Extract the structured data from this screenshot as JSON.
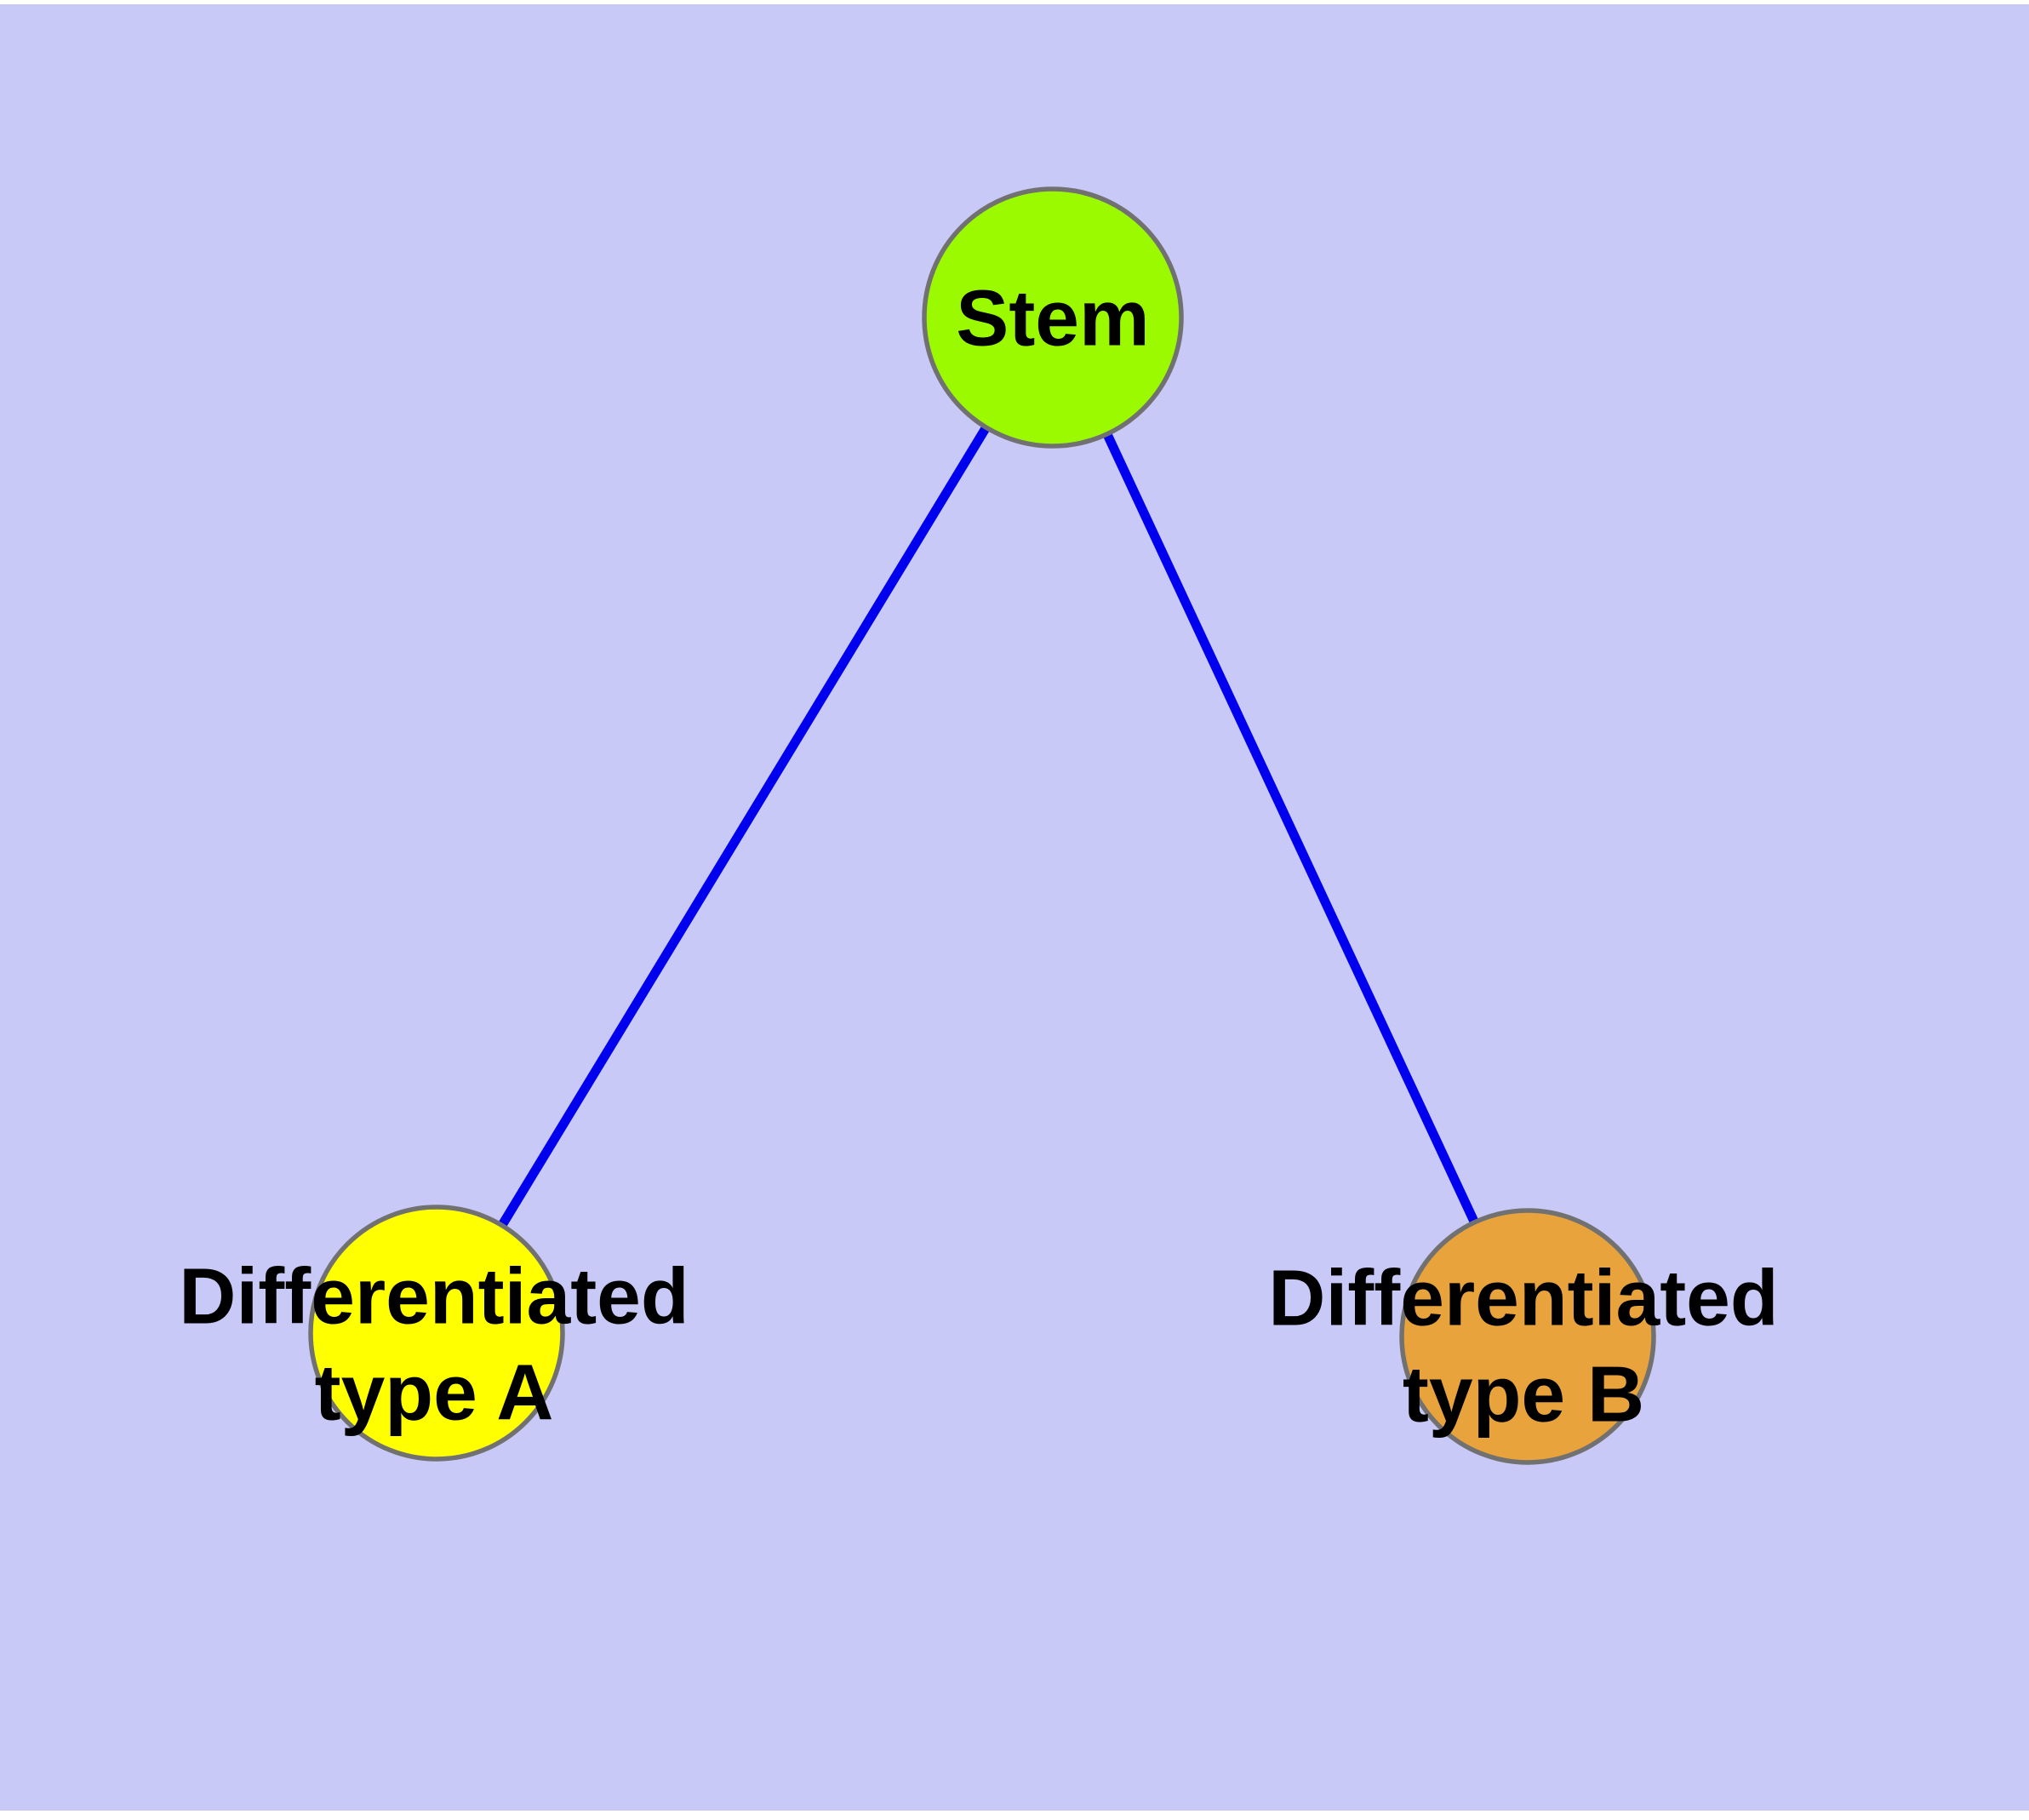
{
  "diagram": {
    "type": "node-link-graph",
    "background_color": "#C9C9F8",
    "margin_color": "#FFFFFF",
    "edge_color": "#0000EE",
    "node_border_color": "#717171",
    "label_color": "#000000",
    "nodes": [
      {
        "id": "stem",
        "label": "Stem",
        "fill": "#9BFA00"
      },
      {
        "id": "differentiated-type-a",
        "label": "Differentiated\ntype A",
        "fill": "#FFFF00"
      },
      {
        "id": "differentiated-type-b",
        "label": "Differentiated\ntype B",
        "fill": "#E8A33C"
      }
    ],
    "edges": [
      {
        "from": "Stem",
        "to": "Differentiated type A"
      },
      {
        "from": "Stem",
        "to": "Differentiated type B"
      }
    ]
  }
}
